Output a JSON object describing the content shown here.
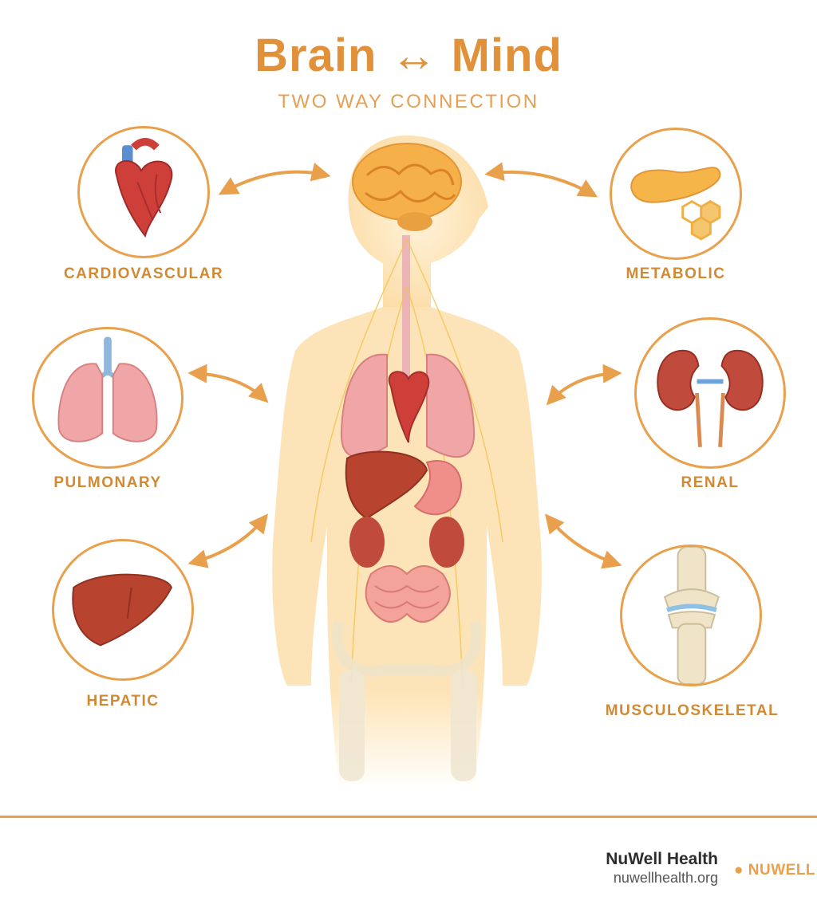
{
  "header": {
    "title": "Brain ↔ Mind",
    "subtitle": "TWO WAY CONNECTION"
  },
  "systems": {
    "cardiovascular": "CARDIOVASCULAR",
    "pulmonary": "PULMONARY",
    "hepatic": "HEPATIC",
    "metabolic": "METABOLIC",
    "renal": "RENAL",
    "musculoskeletal": "MUSCULOSKELETAL"
  },
  "footer": {
    "brand_name": "NuWell Health",
    "brand_url": "nuwellhealth.org",
    "logo_text": "NUWELL"
  },
  "colors": {
    "accent": "#e9a04d",
    "title": "#e0913a",
    "organ_red": "#c8413b",
    "lung_pink": "#f0a0a0",
    "body_glow": "#fde3b4"
  }
}
